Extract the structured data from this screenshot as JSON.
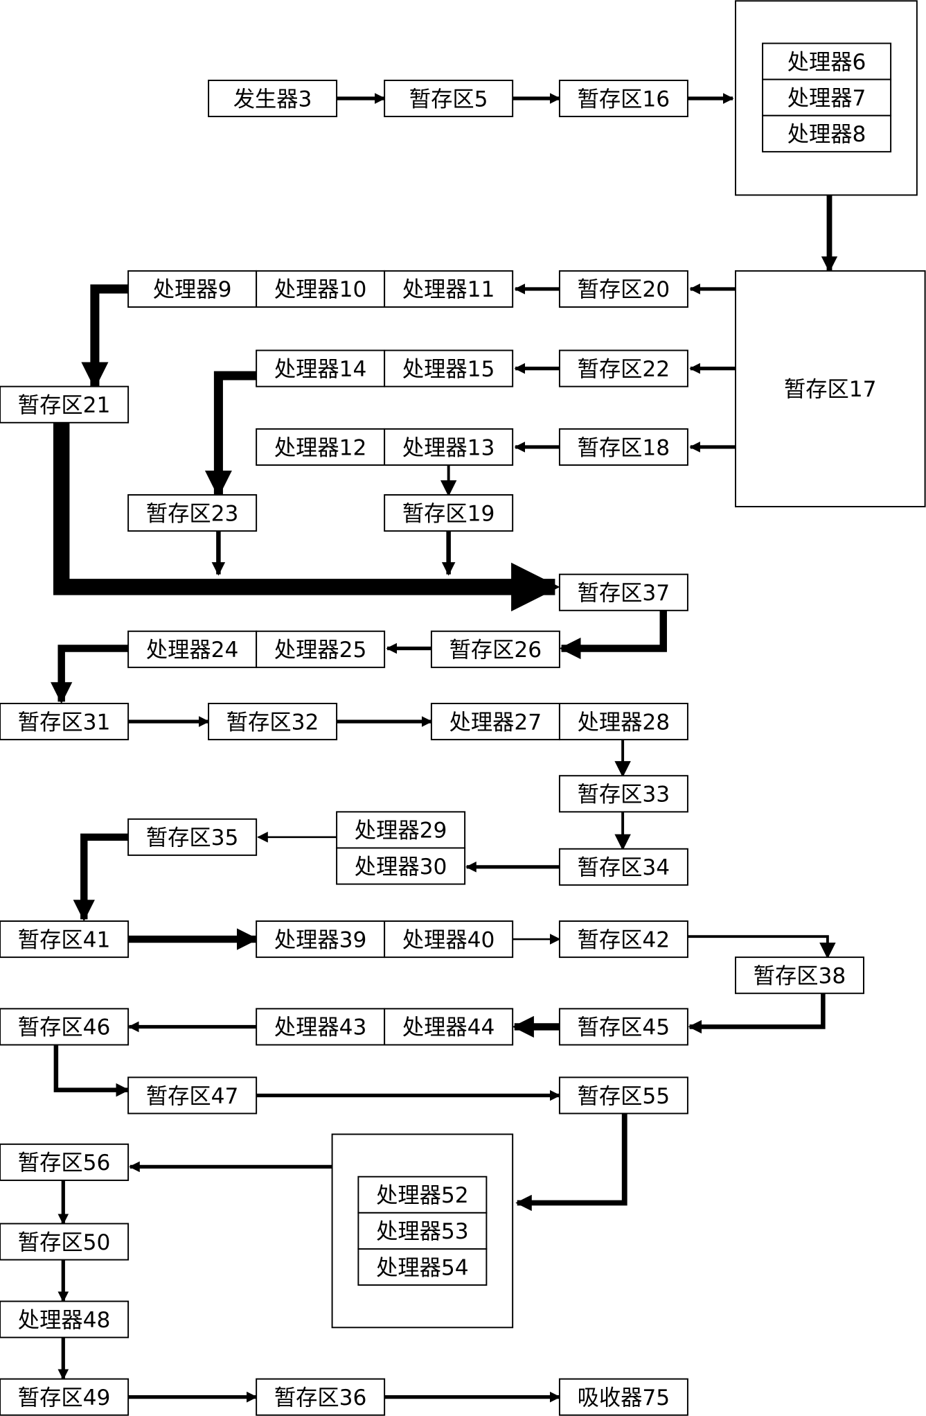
{
  "title": "流程图",
  "nodes": {
    "g3": "发生器3",
    "s5": "暂存区5",
    "s16": "暂存区16",
    "p6": "处理器6",
    "p7": "处理器7",
    "p8": "处理器8",
    "s17": "暂存区17",
    "p9": "处理器9",
    "p10": "处理器10",
    "p11": "处理器11",
    "s20": "暂存区20",
    "p14": "处理器14",
    "p15": "处理器15",
    "s22": "暂存区22",
    "p12": "处理器12",
    "p13": "处理器13",
    "s18": "暂存区18",
    "s21": "暂存区21",
    "s23": "暂存区23",
    "s19": "暂存区19",
    "s37": "暂存区37",
    "p24": "处理器24",
    "p25": "处理器25",
    "s26": "暂存区26",
    "s31": "暂存区31",
    "s32": "暂存区32",
    "p27": "处理器27",
    "p28": "处理器28",
    "s33": "暂存区33",
    "s35": "暂存区35",
    "p29": "处理器29",
    "p30": "处理器30",
    "s34": "暂存区34",
    "s41": "暂存区41",
    "p39": "处理器39",
    "p40": "处理器40",
    "s42": "暂存区42",
    "s38": "暂存区38",
    "s46": "暂存区46",
    "p43": "处理器43",
    "p44": "处理器44",
    "s45": "暂存区45",
    "s47": "暂存区47",
    "s55": "暂存区55",
    "s56": "暂存区56",
    "p52": "处理器52",
    "p53": "处理器53",
    "p54": "处理器54",
    "s50": "暂存区50",
    "p48": "处理器48",
    "s49": "暂存区49",
    "s36": "暂存区36",
    "a75": "吸收器75"
  }
}
